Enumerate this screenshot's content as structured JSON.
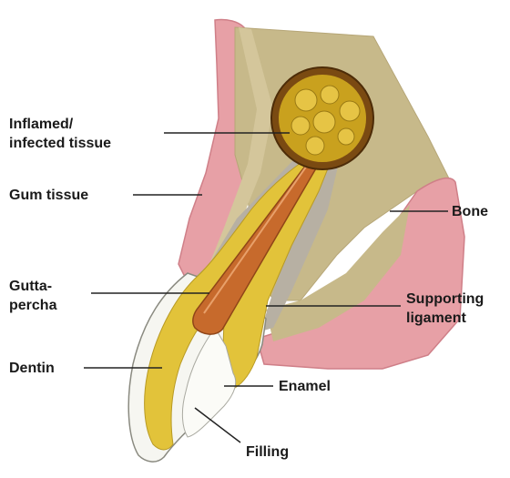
{
  "labels": {
    "inflamed": [
      "Inflamed/",
      "infected tissue"
    ],
    "gum": "Gum tissue",
    "bone": "Bone",
    "gutta": [
      "Gutta-",
      "percha"
    ],
    "ligament": [
      "Supporting",
      "ligament"
    ],
    "dentin": "Dentin",
    "enamel": "Enamel",
    "filling": "Filling"
  },
  "colors": {
    "gum": "#e7a0a6",
    "gum_dark": "#cf7f88",
    "bone": "#c7b98a",
    "ligament": "#b7b0a3",
    "dentin": "#e2c33a",
    "enamel": "#f6f6f1",
    "gutta_percha": "#c76a2c",
    "lesion": "#c9a11e",
    "leader": "#222222"
  }
}
